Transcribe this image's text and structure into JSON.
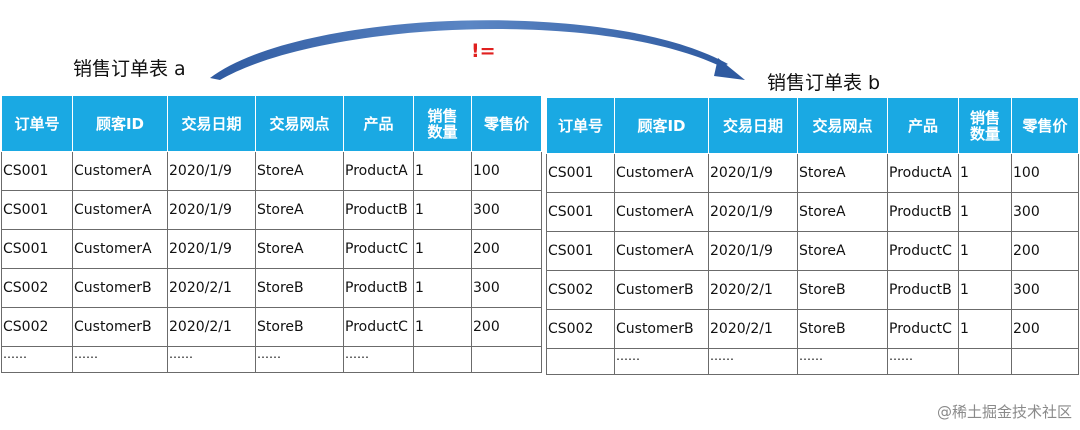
{
  "table_a": {
    "label": "销售订单表 a",
    "headers": [
      "订单号",
      "顾客ID",
      "交易日期",
      "交易网点",
      "产品",
      "销售\n数量",
      "零售价"
    ],
    "rows": [
      [
        "CS001",
        "CustomerA",
        "2020/1/9",
        "StoreA",
        "ProductA",
        "1",
        "100"
      ],
      [
        "CS001",
        "CustomerA",
        "2020/1/9",
        "StoreA",
        "ProductB",
        "1",
        "300"
      ],
      [
        "CS001",
        "CustomerA",
        "2020/1/9",
        "StoreA",
        "ProductC",
        "1",
        "200"
      ],
      [
        "CS002",
        "CustomerB",
        "2020/2/1",
        "StoreB",
        "ProductB",
        "1",
        "300"
      ],
      [
        "CS002",
        "CustomerB",
        "2020/2/1",
        "StoreB",
        "ProductC",
        "1",
        "200"
      ]
    ],
    "ellipsis": [
      "……",
      "……",
      "……",
      "……",
      "……",
      "",
      ""
    ]
  },
  "table_b": {
    "label": "销售订单表 b",
    "headers": [
      "订单号",
      "顾客ID",
      "交易日期",
      "交易网点",
      "产品",
      "销售\n数量",
      "零售价"
    ],
    "rows": [
      [
        "CS001",
        "CustomerA",
        "2020/1/9",
        "StoreA",
        "ProductA",
        "1",
        "100"
      ],
      [
        "CS001",
        "CustomerA",
        "2020/1/9",
        "StoreA",
        "ProductB",
        "1",
        "300"
      ],
      [
        "CS001",
        "CustomerA",
        "2020/1/9",
        "StoreA",
        "ProductC",
        "1",
        "200"
      ],
      [
        "CS002",
        "CustomerB",
        "2020/2/1",
        "StoreB",
        "ProductB",
        "1",
        "300"
      ],
      [
        "CS002",
        "CustomerB",
        "2020/2/1",
        "StoreB",
        "ProductC",
        "1",
        "200"
      ]
    ],
    "ellipsis": [
      "",
      "……",
      "……",
      "……",
      "……",
      "",
      ""
    ]
  },
  "relation": {
    "symbol": "!=",
    "arrow_color": "#3b6bb0",
    "symbol_color": "#e0201f"
  },
  "header_color": "#1aa9e3",
  "watermark": "@稀土掘金技术社区"
}
